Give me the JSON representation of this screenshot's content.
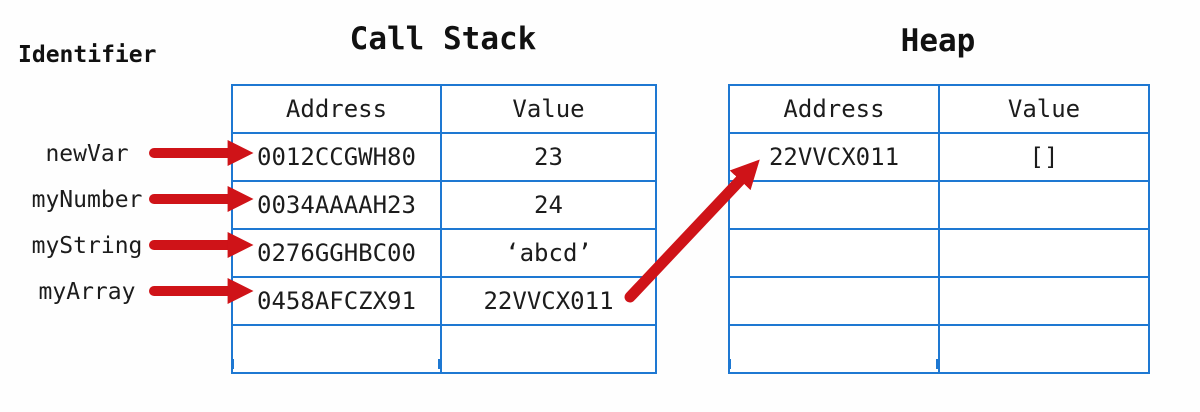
{
  "colors": {
    "table_border": "#1e78d2",
    "arrow_red": "#cf1318",
    "text": "#1c1c1c"
  },
  "identifier_panel": {
    "title": "Identifier",
    "items": [
      {
        "label": "newVar"
      },
      {
        "label": "myNumber"
      },
      {
        "label": "myString"
      },
      {
        "label": "myArray"
      }
    ]
  },
  "call_stack": {
    "title": "Call Stack",
    "columns": [
      "Address",
      "Value"
    ],
    "rows": [
      {
        "address": "0012CCGWH80",
        "value": "23"
      },
      {
        "address": "0034AAAAH23",
        "value": "24"
      },
      {
        "address": "0276GGHBC00",
        "value": "‘abcd’"
      },
      {
        "address": "0458AFCZX91",
        "value": "22VVCX011"
      },
      {
        "address": "",
        "value": ""
      }
    ]
  },
  "heap": {
    "title": "Heap",
    "columns": [
      "Address",
      "Value"
    ],
    "rows": [
      {
        "address": "22VVCX011",
        "value": "[]"
      },
      {
        "address": "",
        "value": ""
      },
      {
        "address": "",
        "value": ""
      },
      {
        "address": "",
        "value": ""
      },
      {
        "address": "",
        "value": ""
      }
    ]
  },
  "pointers": [
    {
      "from": "newVar",
      "to": "0012CCGWH80"
    },
    {
      "from": "myNumber",
      "to": "0034AAAAH23"
    },
    {
      "from": "myString",
      "to": "0276GGHBC00"
    },
    {
      "from": "myArray",
      "to": "0458AFCZX91"
    },
    {
      "from": "22VVCX011",
      "to": "heap 22VVCX011"
    }
  ]
}
